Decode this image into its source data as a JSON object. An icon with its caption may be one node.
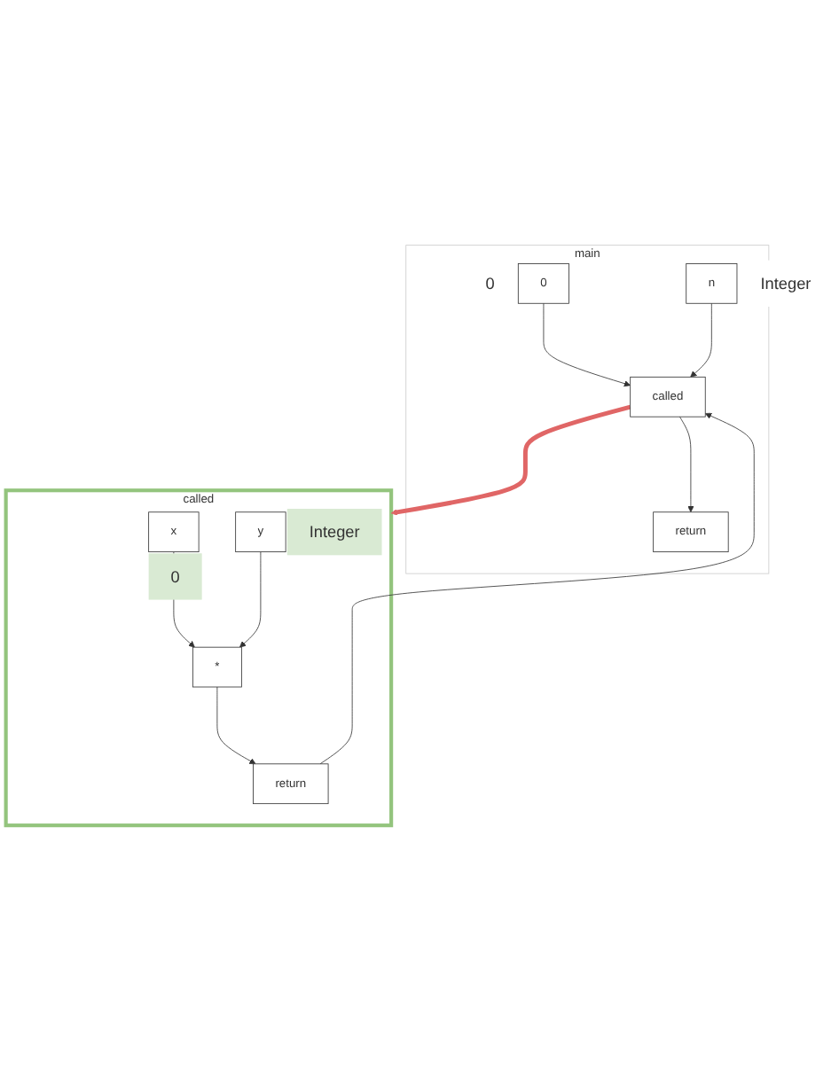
{
  "diagram": {
    "nodes": [
      {
        "text": [
          "main"
        ]
      },
      {
        "text": [
          "0"
        ],
        "in": 0,
        "beside": [
          "0"
        ]
      },
      {
        "text": [
          "n"
        ],
        "in": 0,
        "beside": [
          "Integer"
        ]
      },
      {
        "text": [
          "called"
        ],
        "in": 0
      },
      {
        "text": [
          "return"
        ],
        "in": 0
      },
      {
        "text": [
          "called"
        ]
      },
      {
        "text": [
          "x"
        ],
        "in": 5,
        "beside": [
          "0"
        ]
      },
      {
        "text": [
          "y"
        ],
        "in": 5,
        "beside": [
          "Integer"
        ]
      },
      {
        "text": [
          "*"
        ],
        "in": 5
      },
      {
        "text": [
          "return"
        ],
        "in": 5
      }
    ],
    "edges": [
      {
        "from": 1,
        "to": 3,
        "arrow": "to"
      },
      {
        "from": 2,
        "to": 3,
        "arrow": "to"
      },
      {
        "from": 3,
        "to": 4,
        "arrow": "to"
      },
      {
        "from": 3,
        "to": 5,
        "arrow": "to",
        "style": "thick",
        "color": "#e06666"
      },
      {
        "from": 6,
        "to": 8,
        "arrow": "to"
      },
      {
        "from": 7,
        "to": 8,
        "arrow": "to"
      },
      {
        "from": 8,
        "to": 9,
        "arrow": "to"
      },
      {
        "from": 9,
        "to": 3,
        "arrow": "to"
      }
    ]
  }
}
